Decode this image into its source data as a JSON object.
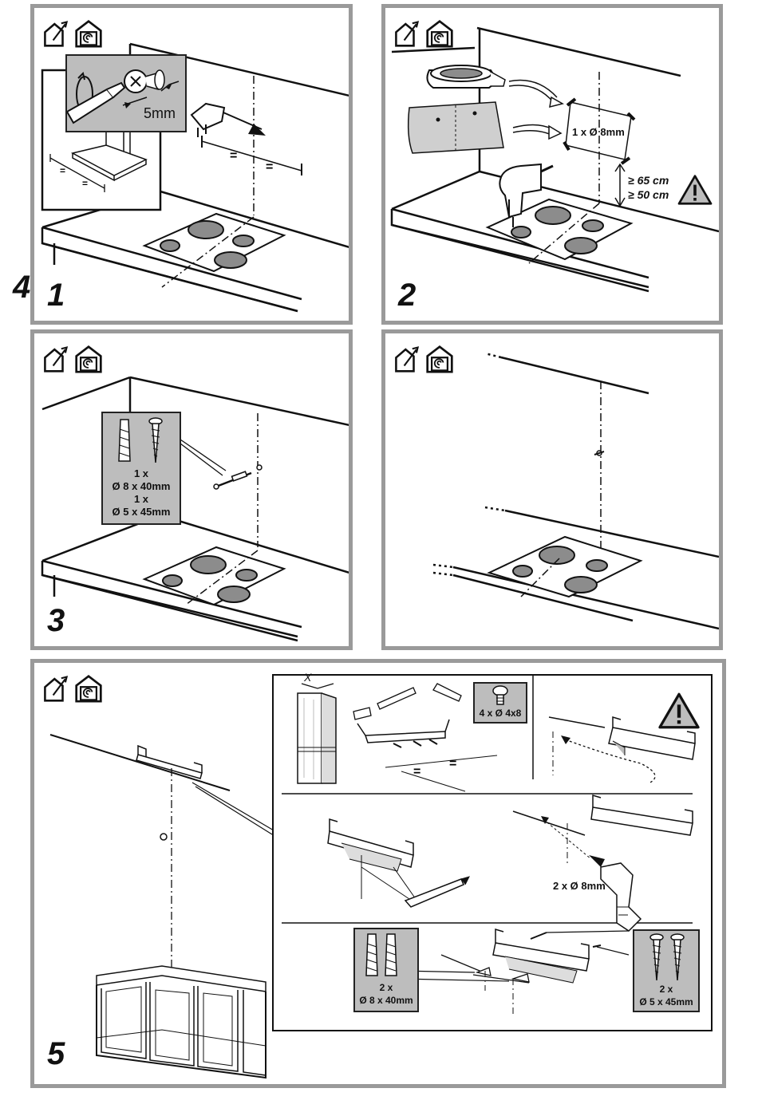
{
  "steps": [
    {
      "number": "1"
    },
    {
      "number": "2",
      "hole_label": "1 x Ø 8mm",
      "dist_1": "≥ 65 cm",
      "dist_2": "≥ 50 cm"
    },
    {
      "number": "3",
      "parts_1_qty": "1 x",
      "parts_1_size": "Ø 8 x 40mm",
      "parts_2_qty": "1 x",
      "parts_2_size": "Ø 5 x 45mm"
    },
    {
      "number": "4",
      "gap_label": "5mm"
    },
    {
      "number": "5",
      "dim_x": "X",
      "screws_label": "4 x  Ø 4x8",
      "drill_label": "2 x Ø 8mm",
      "plug_qty": "2 x",
      "plug_size": "Ø 8 x 40mm",
      "screw_qty": "2 x",
      "screw_size": "Ø 5 x 45mm"
    }
  ],
  "colors": {
    "frame": "#9a9a9a",
    "grey_box": "#bdbdbd",
    "burner": "#8c8c8c",
    "line": "#111111"
  },
  "icons": [
    "house-exhaust-icon",
    "house-recirculation-icon",
    "warning-triangle-icon"
  ]
}
